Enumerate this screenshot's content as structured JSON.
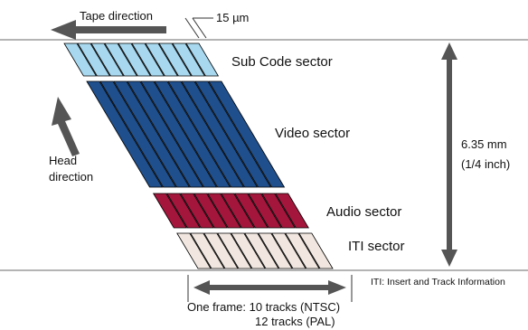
{
  "labels": {
    "tape_direction": "Tape direction",
    "track_width": "15 µm",
    "head_direction_line1": "Head",
    "head_direction_line2": "direction",
    "tape_width_line1": "6.35 mm",
    "tape_width_line2": "(1/4 inch)",
    "iti_note": "ITI: Insert and Track Information",
    "frame_line1": "One frame: 10 tracks (NTSC)",
    "frame_line2": "12 tracks (PAL)"
  },
  "sectors": [
    {
      "name": "sub-code",
      "label": "Sub Code sector",
      "color": "#a7d8ef"
    },
    {
      "name": "video",
      "label": "Video sector",
      "color": "#1f4f8c"
    },
    {
      "name": "audio",
      "label": "Audio sector",
      "color": "#a5163c"
    },
    {
      "name": "iti",
      "label": "ITI sector",
      "color": "#f1e7e0"
    }
  ],
  "colors": {
    "arrow": "#555555",
    "track_outline": "#000000",
    "track_gap": "#ffffff",
    "tape_edge": "#888888"
  }
}
